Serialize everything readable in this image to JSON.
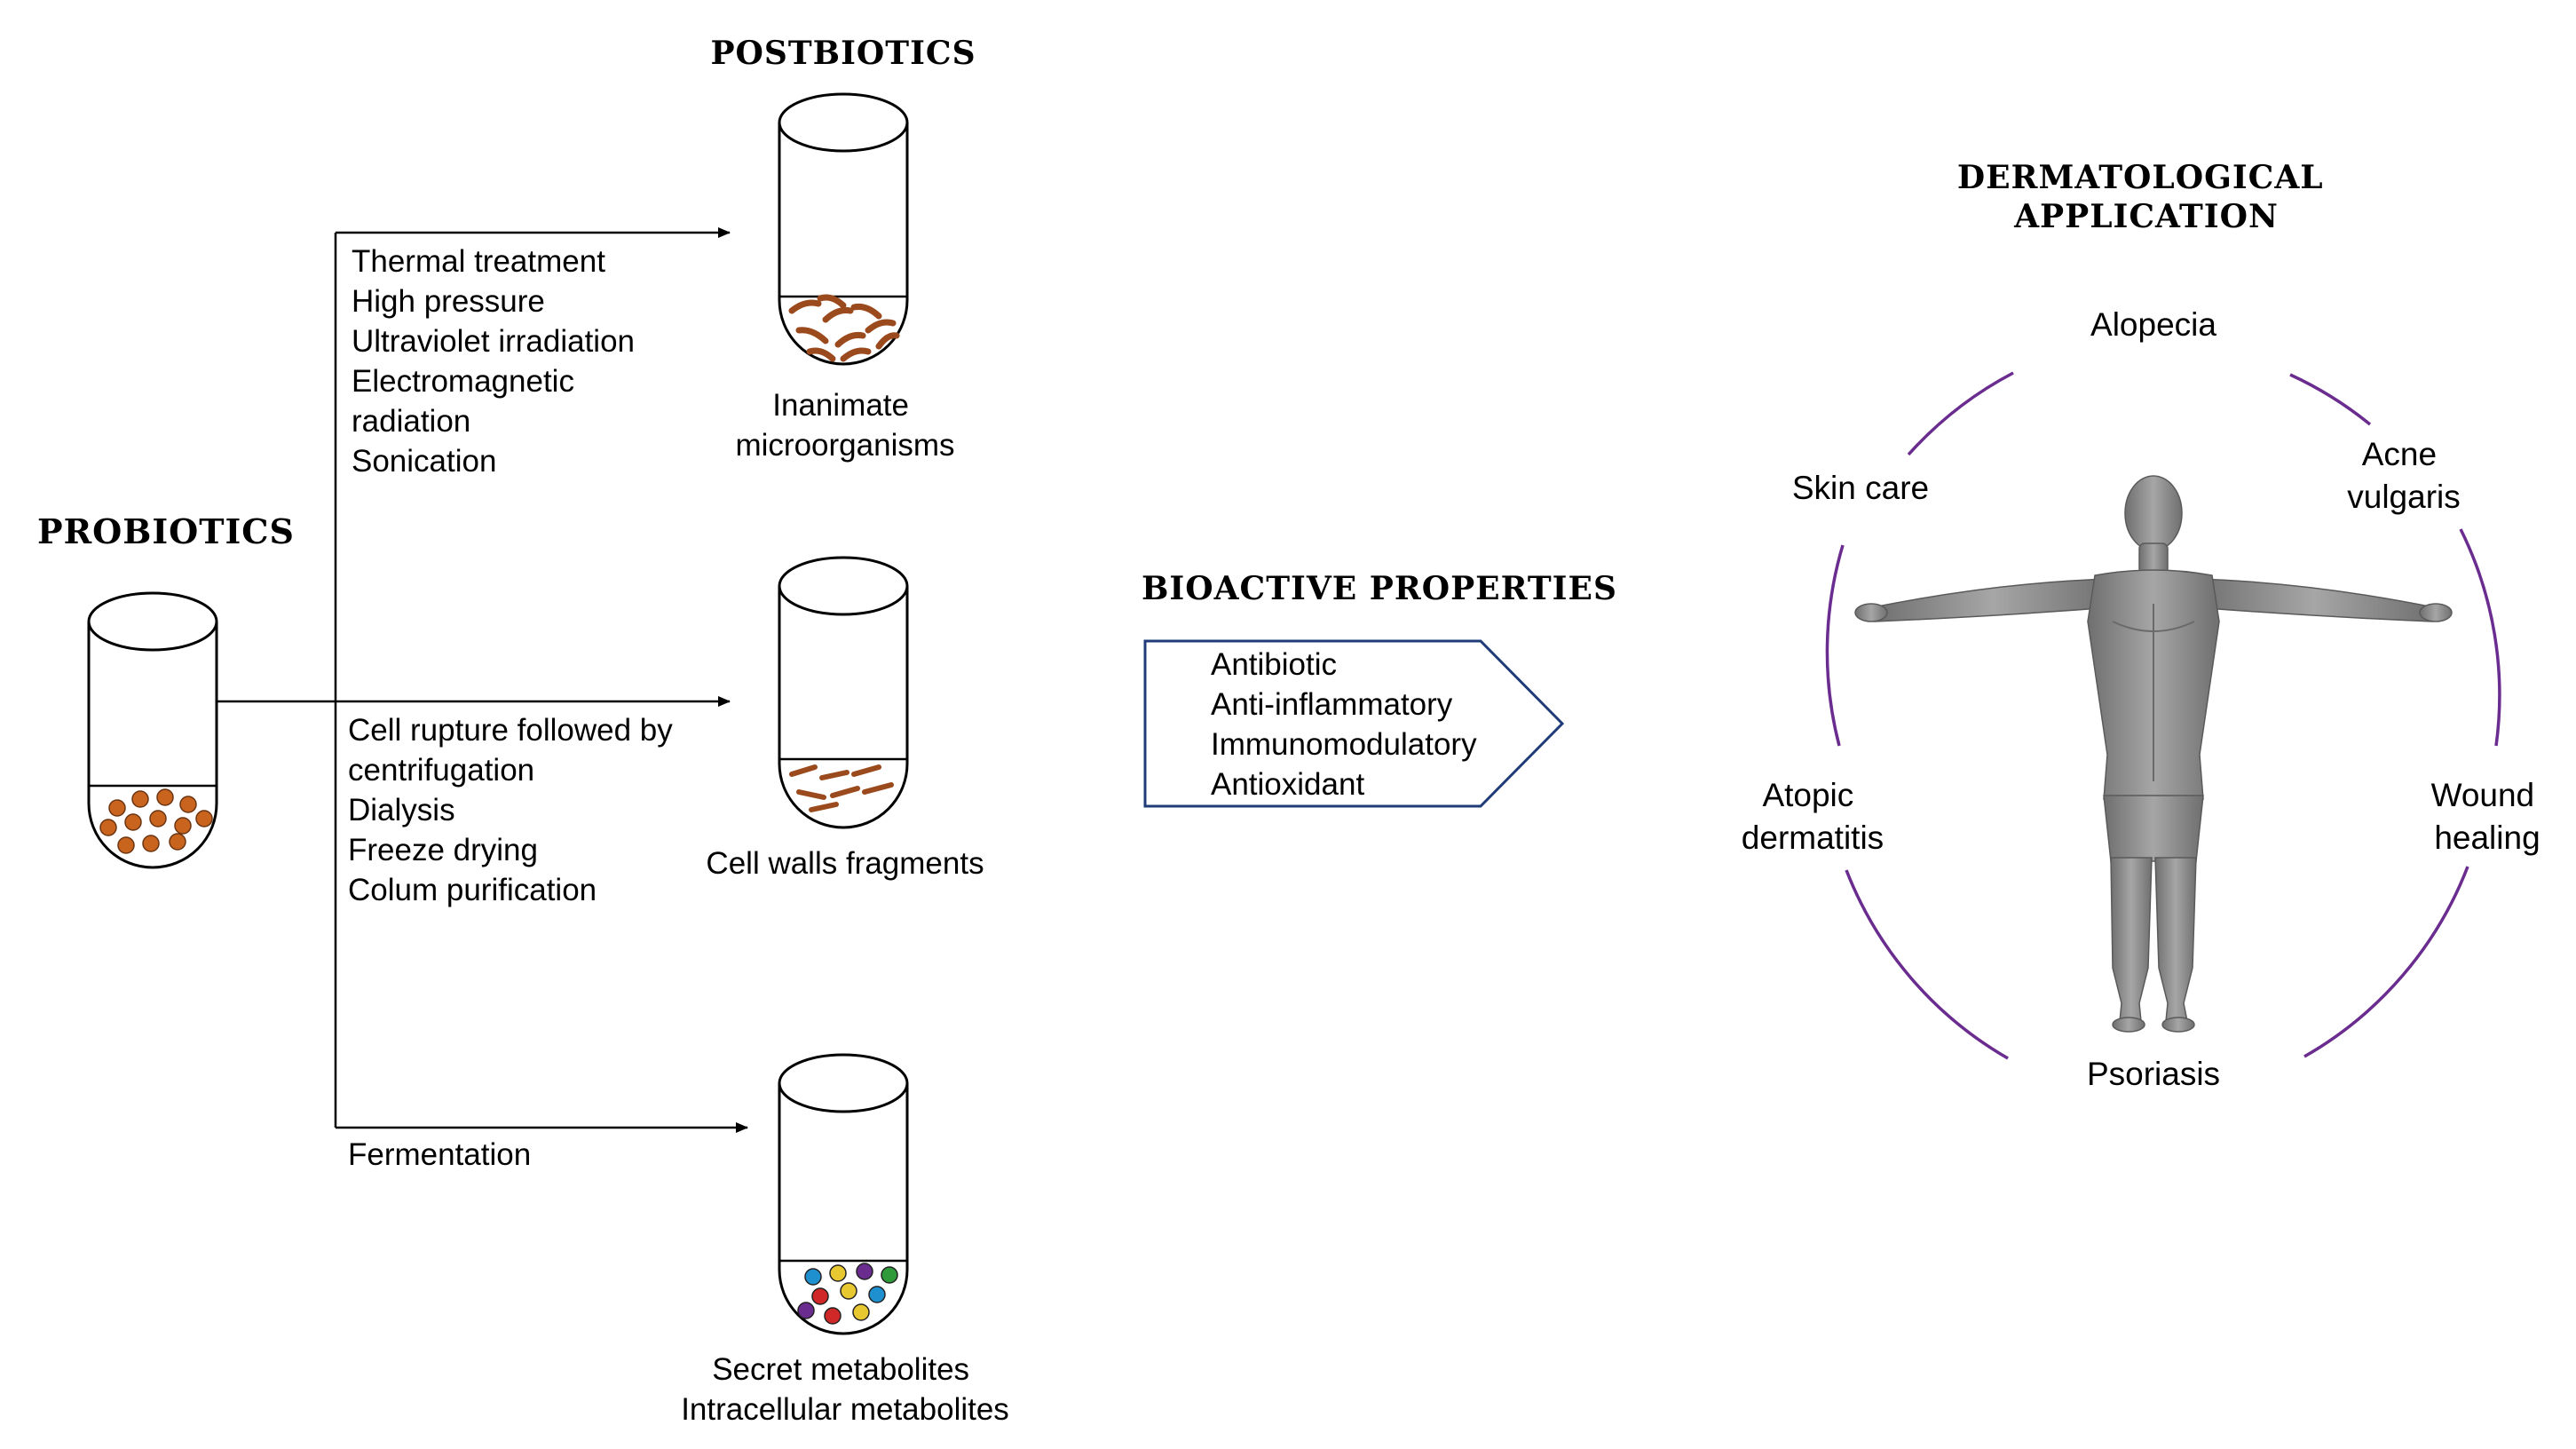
{
  "colors": {
    "probiotic_cell": "#c8641e",
    "fragment": "#9a4a1c",
    "ring": "#6a2c8f",
    "body": "#8d8d8d",
    "metabolites": [
      "#1e90d0",
      "#e8c830",
      "#6a2c8f",
      "#2e9a3a",
      "#d02828",
      "#e8c830",
      "#1e90d0",
      "#6a2c8f",
      "#d02828",
      "#e8c830"
    ]
  },
  "probiotics": {
    "title": "PROBIOTICS"
  },
  "postbiotics": {
    "title": "POSTBIOTICS"
  },
  "branches": [
    {
      "methods": [
        "Thermal treatment",
        "High pressure",
        "Ultraviolet irradiation",
        "Electromagnetic",
        "radiation",
        "Sonication"
      ],
      "product": [
        "Inanimate",
        "microorganisms"
      ],
      "icon": "rod-bacteria-icon"
    },
    {
      "methods": [
        "Cell rupture followed by",
        "centrifugation",
        "Dialysis",
        "Freeze drying",
        "Colum purification"
      ],
      "product": [
        "Cell walls fragments"
      ],
      "icon": "cell-wall-fragments-icon"
    },
    {
      "methods": [
        "Fermentation"
      ],
      "product": [
        "Secret metabolites",
        "Intracellular metabolites"
      ],
      "icon": "metabolite-dots-icon"
    }
  ],
  "bioactive": {
    "title": "BIOACTIVE PROPERTIES",
    "items": [
      "Antibiotic",
      "Anti-inflammatory",
      "Immunomodulatory",
      "Antioxidant"
    ]
  },
  "dermatological": {
    "title": [
      "DERMATOLOGICAL",
      "APPLICATION"
    ],
    "applications": {
      "top": [
        "Alopecia"
      ],
      "upper_left": [
        "Skin care"
      ],
      "upper_right": [
        "Acne",
        "vulgaris"
      ],
      "lower_left": [
        "Atopic",
        "dermatitis"
      ],
      "lower_right": [
        "Wound",
        "healing"
      ],
      "bottom": [
        "Psoriasis"
      ]
    },
    "figure_icon": "human-body-icon"
  }
}
